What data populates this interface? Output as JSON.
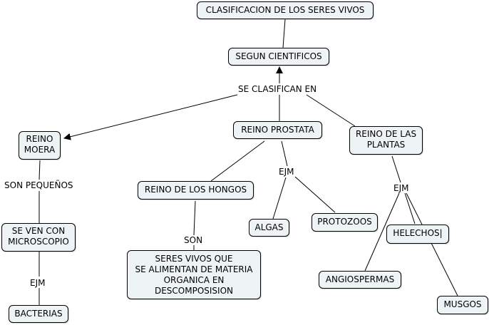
{
  "concepts": {
    "root": "CLASIFICACION DE LOS SERES VIVOS",
    "segun": "SEGUN CIENTIFICOS",
    "moera": "REINO\nMOERA",
    "prostata": "REINO PROSTATA",
    "plantas": "REINO DE LAS\nPLANTAS",
    "hongos": "REINO DE LOS HONGOS",
    "microscopio": "SE VEN CON\nMICROSCOPIO",
    "bacterias": "BACTERIAS",
    "seres": "SERES VIVOS QUE\nSE ALIMENTAN DE MATERIA\nORGANICA EN\nDESCOMPOSISION",
    "algas": "ALGAS",
    "protozoos": "PROTOZOOS",
    "helechos": "HELECHOS|",
    "angiospermas": "ANGIOSPERMAS",
    "musgos": "MUSGOS"
  },
  "linking_phrases": {
    "se_clasifican": "SE CLASIFICAN EN",
    "son_pequenos": "SON PEQUEÑOS",
    "ejm_moera": "EJM",
    "son_hongos": "SON",
    "ejm_prostata": "EJM",
    "ejm_plantas": "EJM"
  },
  "colors": {
    "node_fill": "#eef3f5",
    "line": "#000000"
  }
}
